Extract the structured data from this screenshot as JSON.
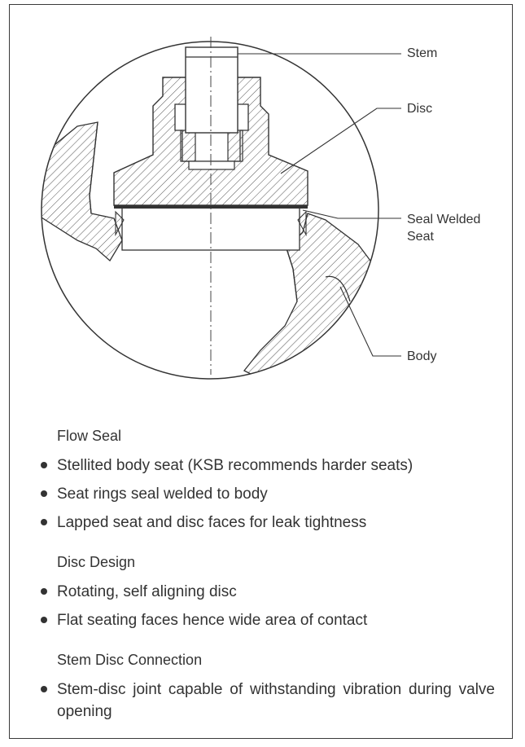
{
  "callouts": {
    "stem": "Stem",
    "disc": "Disc",
    "seal_line1": "Seal Welded",
    "seal_line2": "Seat",
    "body": "Body"
  },
  "sections": [
    {
      "heading": "Flow Seal",
      "bullets": [
        "Stellited body seat (KSB recommends harder seats)",
        "Seat rings seal welded to body",
        "Lapped seat and disc faces for leak tightness"
      ]
    },
    {
      "heading": "Disc Design",
      "bullets": [
        "Rotating, self aligning disc",
        "Flat seating faces hence wide area of contact"
      ]
    },
    {
      "heading": "Stem Disc Connection",
      "bullets": [
        "Stem-disc joint capable of withstanding vibration during valve opening"
      ]
    }
  ],
  "colors": {
    "ink": "#333333",
    "frame": "#3a3a3a"
  }
}
